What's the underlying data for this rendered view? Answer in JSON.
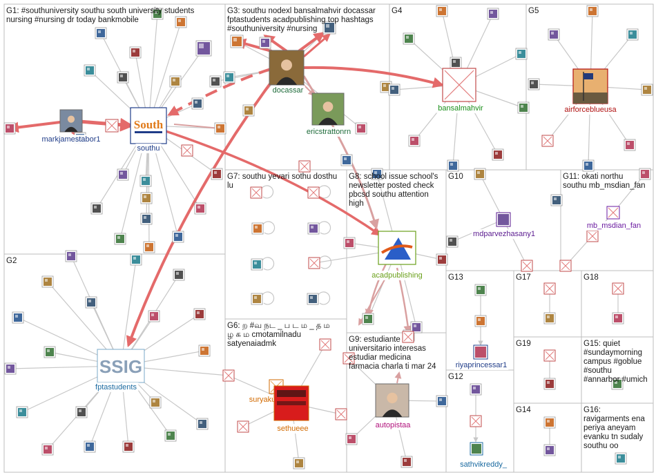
{
  "groups": [
    {
      "id": "G1",
      "lines": [
        "G1: #southuniversity southu south university students",
        "nursing #nursing dr today bankmobile"
      ]
    },
    {
      "id": "G2",
      "lines": [
        "G2"
      ]
    },
    {
      "id": "G3",
      "lines": [
        "G3: southu nodexl bansalmahvir docassar",
        "fptastudents acadpublishing top hashtags",
        "#southuniversity #nursing"
      ]
    },
    {
      "id": "G4",
      "lines": [
        "G4"
      ]
    },
    {
      "id": "G5",
      "lines": [
        "G5"
      ]
    },
    {
      "id": "G6",
      "lines": [
        "G6: ற #வ நட _ ப ட ம _ த ம",
        "ழ க ம cmotamilnadu",
        "satyenaiadmk"
      ]
    },
    {
      "id": "G7",
      "lines": [
        "G7: southu yevari sothu dosthu",
        "lu"
      ]
    },
    {
      "id": "G8",
      "lines": [
        "G8: school issue school's",
        "newsletter posted check",
        "pbcsd southu attention",
        "high"
      ]
    },
    {
      "id": "G9",
      "lines": [
        "G9: estudiante",
        "universitario interesas",
        "estudiar medicina",
        "farmacia charla ti mar 24"
      ]
    },
    {
      "id": "G10",
      "lines": [
        "G10"
      ]
    },
    {
      "id": "G11",
      "lines": [
        "G11: okati northu",
        "southu mb_msdian_fan"
      ]
    },
    {
      "id": "G12",
      "lines": [
        "G12"
      ]
    },
    {
      "id": "G13",
      "lines": [
        "G13"
      ]
    },
    {
      "id": "G14",
      "lines": [
        "G14"
      ]
    },
    {
      "id": "G15",
      "lines": [
        "G15: quiet",
        "#sundaymorning",
        "campus #goblue",
        "#southu",
        "#annarbor #umich"
      ]
    },
    {
      "id": "G16",
      "lines": [
        "G16:",
        "ravigarments ena",
        "periya aneyam",
        "evanku tn sudaly",
        "southu oo"
      ]
    },
    {
      "id": "G17",
      "lines": [
        "G17"
      ]
    },
    {
      "id": "G18",
      "lines": [
        "G18"
      ]
    },
    {
      "id": "G19",
      "lines": [
        "G19"
      ]
    }
  ],
  "named_nodes": [
    {
      "id": "southu",
      "label": "southu",
      "color": "#1f3c88",
      "logo_text": "South"
    },
    {
      "id": "markjamestabor1",
      "label": "markjamestabor1",
      "color": "#1f3c88"
    },
    {
      "id": "docassar",
      "label": "docassar",
      "color": "#1e6b3a"
    },
    {
      "id": "ericstrattonrn",
      "label": "ericstrattonrn",
      "color": "#1e6b3a"
    },
    {
      "id": "bansalmahvir",
      "label": "bansalmahvir",
      "color": "#1a8f1a"
    },
    {
      "id": "airforceblueusa",
      "label": "airforceblueusa",
      "color": "#b01010"
    },
    {
      "id": "fptastudents",
      "label": "fptastudents",
      "color": "#1a6aa0",
      "logo_text": "SSIG"
    },
    {
      "id": "acadpublishing",
      "label": "acadpublishing",
      "color": "#6aa01a"
    },
    {
      "id": "mdparvezhasany1",
      "label": "mdparvezhasany1",
      "color": "#5a1a8f"
    },
    {
      "id": "mb_msdian_fan",
      "label": "mb_msdian_fan",
      "color": "#6a1aa0"
    },
    {
      "id": "suryaku",
      "label": "suryaku",
      "color": "#d26a00"
    },
    {
      "id": "sethueee",
      "label": "sethueee",
      "color": "#d26a00"
    },
    {
      "id": "autopistaa",
      "label": "autopistaa",
      "color": "#b0107a"
    },
    {
      "id": "riyaprincessar1",
      "label": "riyaprincessar1",
      "color": "#1f3c88"
    },
    {
      "id": "sathvikreddy_",
      "label": "sathvikreddy_",
      "color": "#1a6aa0"
    }
  ],
  "colors": {
    "edge": "#c7c7c7",
    "strong_edge": "#e46a6a",
    "mid_edge": "#d9a0a0",
    "group_border": "#bdbdbd"
  }
}
